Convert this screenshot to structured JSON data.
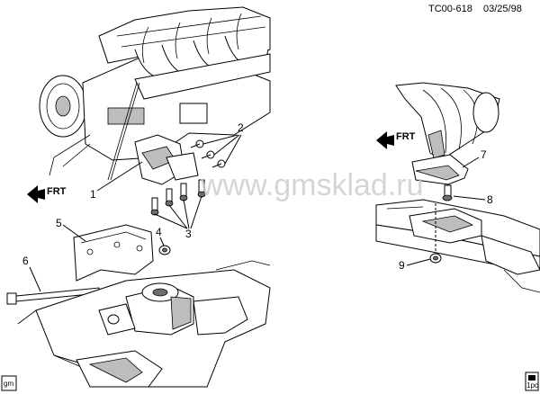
{
  "header": {
    "code": "TC00-618",
    "date": "03/25/98"
  },
  "watermark": "www.gmsklad.ru",
  "arrows": {
    "left_frt": "FRT",
    "right_frt": "FRT"
  },
  "callouts": {
    "c1": "1",
    "c2": "2",
    "c3": "3",
    "c4": "4",
    "c5": "5",
    "c6": "6",
    "c7": "7",
    "c8": "8",
    "c9": "9"
  },
  "stamps": {
    "gm": "gm",
    "corner": "1pc"
  },
  "icons": [
    "gm-logo-icon",
    "frt-arrow-icon",
    "stamp-box-icon"
  ]
}
